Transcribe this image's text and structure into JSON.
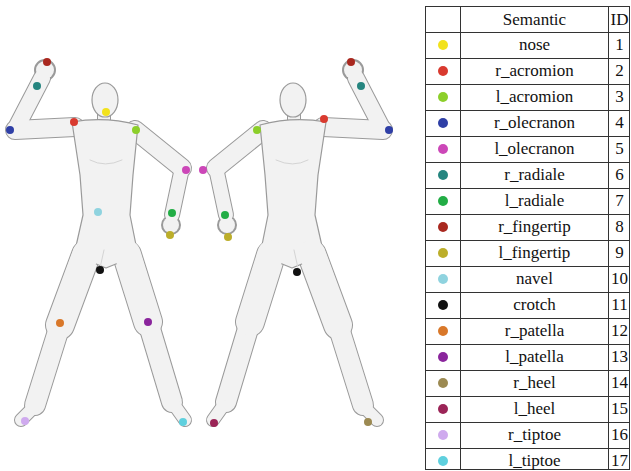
{
  "diagram": {
    "labels": [
      "Semantic",
      "ID",
      "1",
      "2",
      "3",
      "4",
      "5",
      "6",
      "7",
      "8",
      "9",
      "10",
      "11",
      "12",
      "13",
      "14",
      "15",
      "16",
      "17"
    ],
    "legend": [
      {
        "text": "nose",
        "color": "#f2e21c"
      },
      {
        "text": "r_acromion",
        "color": "#d93a2f"
      },
      {
        "text": "l_acromion",
        "color": "#8ccf2a"
      },
      {
        "text": "r_olecranon",
        "color": "#2f3fa6"
      },
      {
        "text": "l_olecranon",
        "color": "#cc47b8"
      },
      {
        "text": "r_radiale",
        "color": "#25857f"
      },
      {
        "text": "l_radiale",
        "color": "#22ad45"
      },
      {
        "text": "r_fingertip",
        "color": "#a9281f"
      },
      {
        "text": "l_fingertip",
        "color": "#bcae2a"
      },
      {
        "text": "navel",
        "color": "#8fd3df"
      },
      {
        "text": "crotch",
        "color": "#111111"
      },
      {
        "text": "r_patella",
        "color": "#d9782a"
      },
      {
        "text": "l_patella",
        "color": "#8a259c"
      },
      {
        "text": "r_heel",
        "color": "#9c8a52"
      },
      {
        "text": "l_heel",
        "color": "#9b2457"
      },
      {
        "text": "r_tiptoe",
        "color": "#cfaaee"
      },
      {
        "text": "l_tiptoe",
        "color": "#5fd0de"
      }
    ]
  }
}
